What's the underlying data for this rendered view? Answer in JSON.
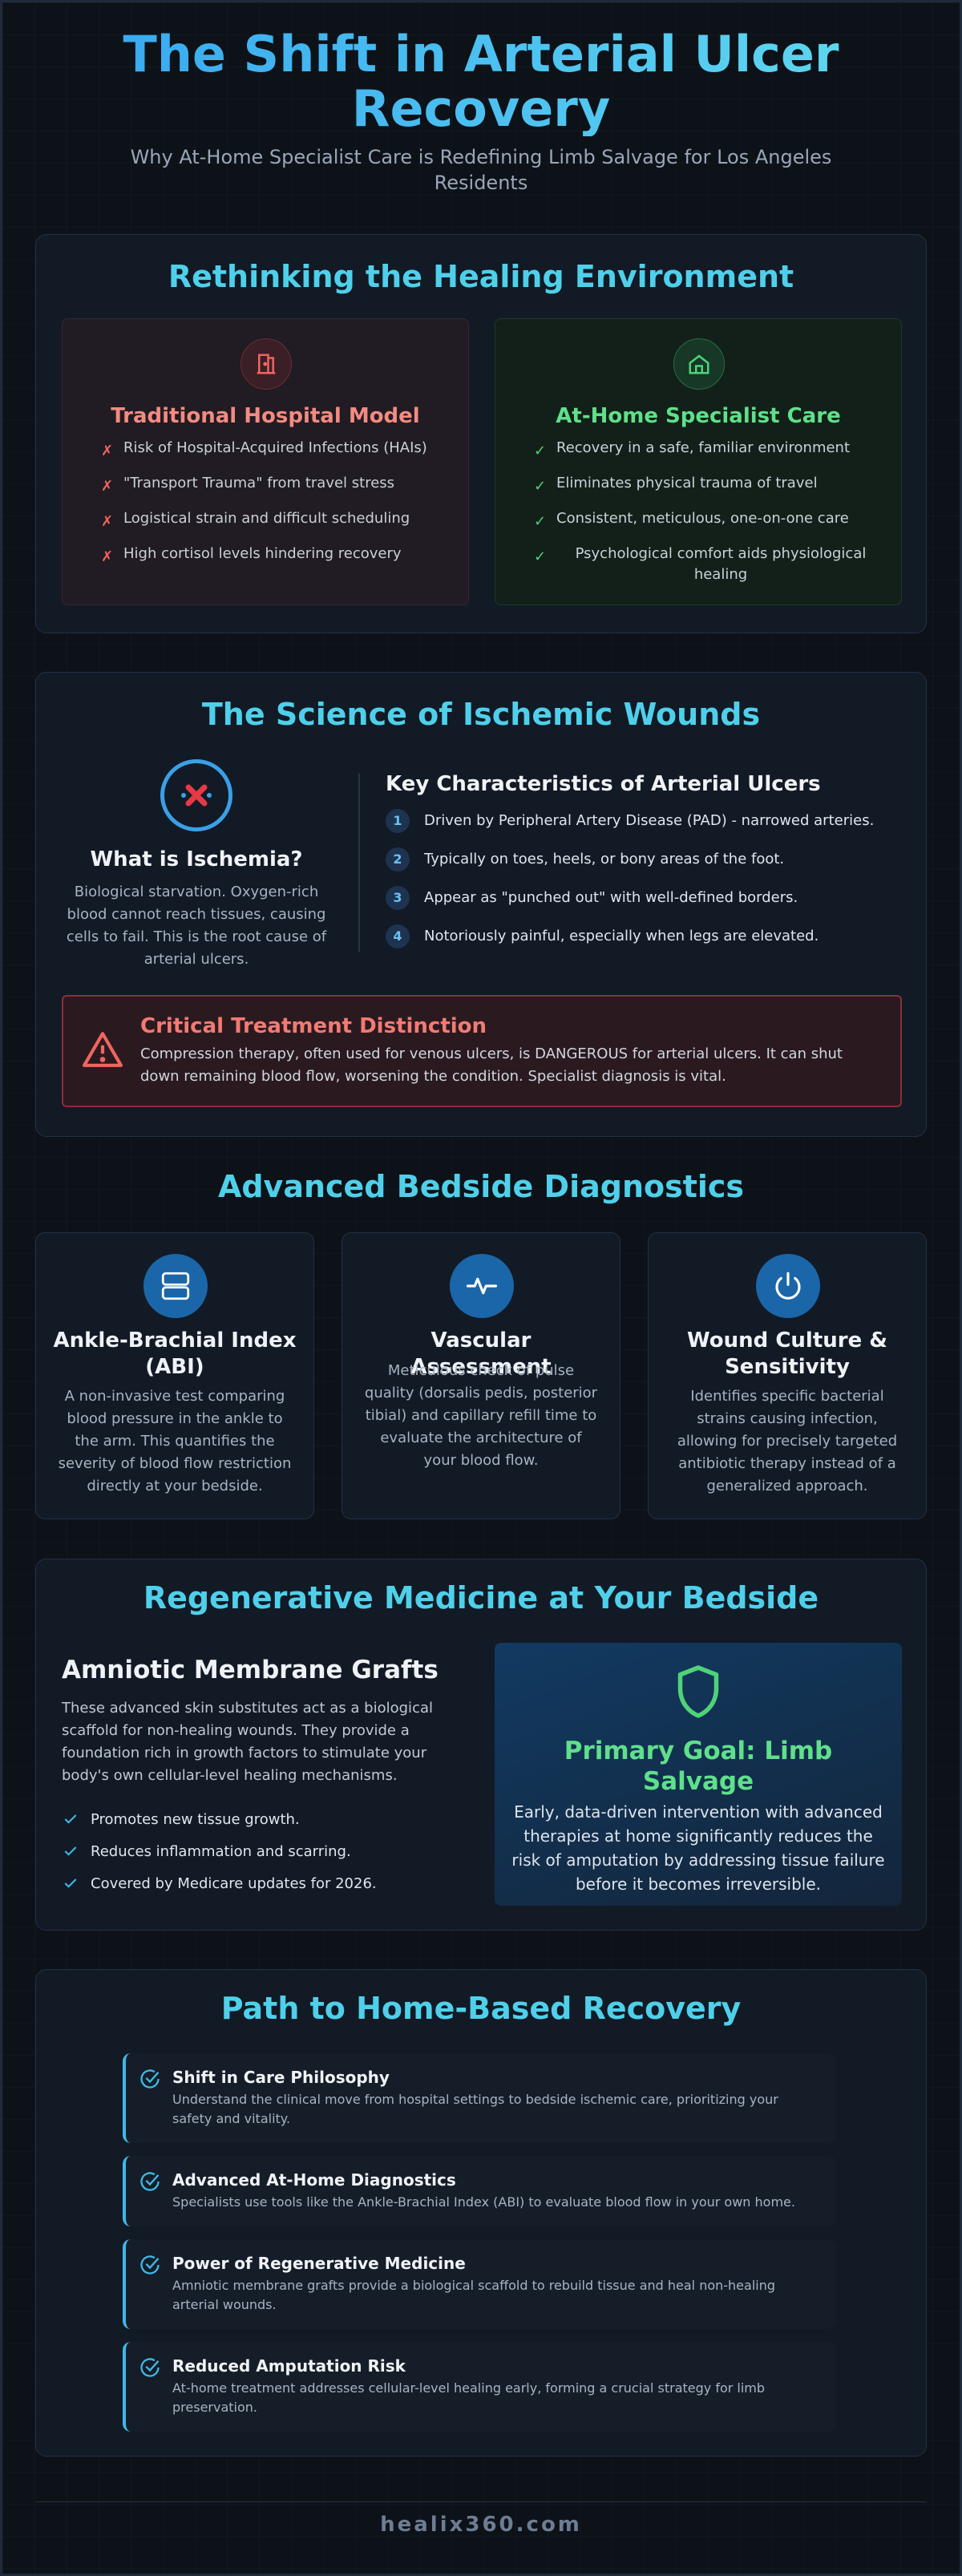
{
  "header": {
    "title": "The Shift in Arterial Ulcer Recovery",
    "subtitle": "Why At-Home Specialist Care is Redefining Limb Salvage for Los Angeles Residents"
  },
  "environment": {
    "title": "Rethinking the Healing Environment",
    "traditional": {
      "icon": "hospital-door-icon",
      "heading": "Traditional Hospital Model",
      "items": [
        "Risk of Hospital-Acquired Infections (HAIs)",
        "\"Transport Trauma\" from travel stress",
        "Logistical strain and difficult scheduling",
        "High cortisol levels hindering recovery"
      ]
    },
    "home": {
      "icon": "home-icon",
      "heading": "At-Home Specialist Care",
      "items": [
        "Recovery in a safe, familiar environment",
        "Eliminates physical trauma of travel",
        "Consistent, meticulous, one-on-one care",
        "Psychological comfort aids physiological healing"
      ]
    }
  },
  "science": {
    "title": "The Science of Ischemic Wounds",
    "ischemia_heading": "What is Ischemia?",
    "ischemia_text": "Biological starvation. Oxygen-rich blood cannot reach tissues, causing cells to fail. This is the root cause of arterial ulcers.",
    "characteristics_heading": "Key Characteristics of Arterial Ulcers",
    "characteristics": [
      {
        "num": "1",
        "text": "Driven by Peripheral Artery Disease (PAD) - narrowed arteries."
      },
      {
        "num": "2",
        "text": "Typically on toes, heels, or bony areas of the foot."
      },
      {
        "num": "3",
        "text": "Appear as \"punched out\" with well-defined borders."
      },
      {
        "num": "4",
        "text": "Notoriously painful, especially when legs are elevated."
      }
    ],
    "alert_heading": "Critical Treatment Distinction",
    "alert_text": "Compression therapy, often used for venous ulcers, is DANGEROUS for arterial ulcers. It can shut down remaining blood flow, worsening the condition. Specialist diagnosis is vital."
  },
  "diagnostics": {
    "title": "Advanced Bedside Diagnostics",
    "cards": [
      {
        "icon": "server-icon",
        "heading": "Ankle-Brachial Index (ABI)",
        "text": "A non-invasive test comparing blood pressure in the ankle to the arm. This quantifies the severity of blood flow restriction directly at your bedside."
      },
      {
        "icon": "pulse-icon",
        "heading": "Vascular Assessment",
        "text": "Meticulous check of pulse quality (dorsalis pedis, posterior tibial) and capillary refill time to evaluate the architecture of your blood flow."
      },
      {
        "icon": "power-icon",
        "heading": "Wound Culture & Sensitivity",
        "text": "Identifies specific bacterial strains causing infection, allowing for precisely targeted antibiotic therapy instead of a generalized approach."
      }
    ]
  },
  "regenerative": {
    "title": "Regenerative Medicine at Your Bedside",
    "heading": "Amniotic Membrane Grafts",
    "text": "These advanced skin substitutes act as a biological scaffold for non-healing wounds. They provide a foundation rich in growth factors to stimulate your body's own cellular-level healing mechanisms.",
    "benefits": [
      "Promotes new tissue growth.",
      "Reduces inflammation and scarring.",
      "Covered by Medicare updates for 2026."
    ],
    "goal_heading": "Primary Goal: Limb Salvage",
    "goal_text": "Early, data-driven intervention with advanced therapies at home significantly reduces the risk of amputation by addressing tissue failure before it becomes irreversible."
  },
  "path": {
    "title": "Path to Home-Based Recovery",
    "steps": [
      {
        "heading": "Shift in Care Philosophy",
        "text": "Understand the clinical move from hospital settings to bedside ischemic care, prioritizing your safety and vitality."
      },
      {
        "heading": "Advanced At-Home Diagnostics",
        "text": "Specialists use tools like the Ankle-Brachial Index (ABI) to evaluate blood flow in your own home."
      },
      {
        "heading": "Power of Regenerative Medicine",
        "text": "Amniotic membrane grafts provide a biological scaffold to rebuild tissue and heal non-healing arterial wounds."
      },
      {
        "heading": "Reduced Amputation Risk",
        "text": "At-home treatment addresses cellular-level healing early, forming a crucial strategy for limb preservation."
      }
    ]
  },
  "footer": {
    "brand": "healix360.com"
  },
  "colors": {
    "accent": "#4fd0ea",
    "danger": "#f47a72",
    "success": "#5fe08a",
    "background": "#0d1117"
  }
}
